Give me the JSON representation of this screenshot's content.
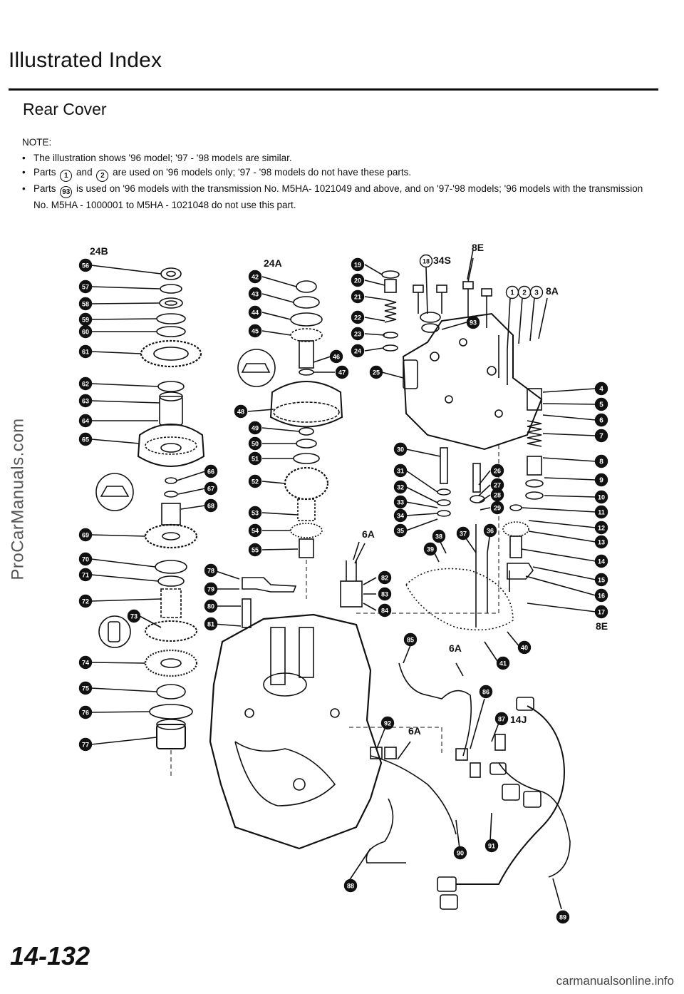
{
  "header": {
    "title": "Illustrated Index",
    "subtitle": "Rear Cover"
  },
  "note": {
    "heading": "NOTE:",
    "line1": "The illustration shows '96 model; '97 - '98 models are similar.",
    "line2_parts": "Parts",
    "line2_ref1": "1",
    "line2_and": "and",
    "line2_ref2": "2",
    "line2_rest": "are used on '96 models only; '97 - '98 models do not have these parts.",
    "line3_parts": "Parts",
    "line3_ref": "93",
    "line3_rest": "is used on '96 models with the transmission No. M5HA- 1021049 and above, and on '97-'98 models; '96 models with the transmission No. M5HA - 1000001 to M5HA - 1021048 do not use this part."
  },
  "diagram": {
    "group_labels": {
      "g24b": "24B",
      "g24a": "24A",
      "g34s": "34S",
      "g8e_top": "8E",
      "g8a": "8A",
      "g6a_mid": "6A",
      "g6a_low": "6A",
      "g6a_bot": "6A",
      "g14j": "14J",
      "g8e_right": "8E"
    },
    "callouts": {
      "left": [
        "56",
        "57",
        "58",
        "59",
        "60",
        "61",
        "62",
        "63",
        "64",
        "65",
        "66",
        "67",
        "68",
        "69",
        "70",
        "71",
        "72",
        "73",
        "74",
        "75",
        "76",
        "77"
      ],
      "middle": [
        "42",
        "43",
        "44",
        "45",
        "46",
        "47",
        "48",
        "49",
        "50",
        "51",
        "52",
        "53",
        "54",
        "55"
      ],
      "upper_mid": [
        "19",
        "20",
        "21",
        "22",
        "23",
        "24",
        "25"
      ],
      "top_parts": [
        "18",
        "93",
        "1",
        "2",
        "3"
      ],
      "right": [
        "4",
        "5",
        "6",
        "7",
        "8",
        "9",
        "10",
        "11",
        "12",
        "13",
        "14",
        "15",
        "16",
        "17"
      ],
      "inner": [
        "30",
        "31",
        "32",
        "33",
        "34",
        "35",
        "26",
        "27",
        "28",
        "29",
        "38",
        "39",
        "37",
        "36",
        "40",
        "41"
      ],
      "shift": [
        "78",
        "79",
        "80",
        "81",
        "82",
        "83",
        "84"
      ],
      "harness": [
        "85",
        "86",
        "87",
        "88",
        "89",
        "90",
        "91",
        "92"
      ]
    }
  },
  "footer": {
    "page_number": "14-132",
    "side_watermark": "ProCarManuals.com",
    "bottom_watermark": "carmanualsonline.info"
  }
}
